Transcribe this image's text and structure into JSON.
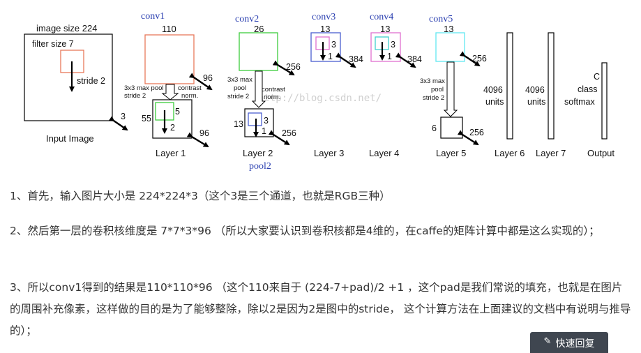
{
  "diagram": {
    "input": {
      "title": "image size 224",
      "filter": "filter size 7",
      "stride": "stride 2",
      "depth": "3",
      "caption": "Input Image"
    },
    "conv1": {
      "name": "conv1",
      "size": "110",
      "depth": "96",
      "pool_note": "3x3 max pool\nstride 2",
      "norm_note": "contrast\nnorm.",
      "pooled_size": "55",
      "filter": "5",
      "stride": "2",
      "pooled_depth": "96",
      "caption": "Layer 1"
    },
    "conv2": {
      "name": "conv2",
      "size": "26",
      "depth": "256",
      "pool_note": "3x3 max\npool\nstride 2",
      "norm_note": "contrast\nnorm.",
      "pooled_size": "13",
      "filter": "3",
      "stride": "1",
      "pooled_depth": "256",
      "caption": "Layer 2",
      "pool_name": "pool2"
    },
    "conv3": {
      "name": "conv3",
      "size": "13",
      "filter": "3",
      "stride": "1",
      "depth": "384",
      "caption": "Layer 3"
    },
    "conv4": {
      "name": "conv4",
      "size": "13",
      "filter": "3",
      "stride": "1",
      "depth": "384",
      "caption": "Layer 4"
    },
    "conv5": {
      "name": "conv5",
      "size": "13",
      "depth": "256",
      "pool_note": "3x3 max\npool\nstride 2",
      "pooled_size": "6",
      "pooled_depth": "256",
      "caption": "Layer 5"
    },
    "fc6": {
      "units": "4096\nunits",
      "caption": "Layer 6"
    },
    "fc7": {
      "units": "4096\nunits",
      "caption": "Layer 7"
    },
    "output": {
      "units": "C\nclass\nsoftmax",
      "caption": "Output"
    },
    "watermark": "http://blog.csdn.net/",
    "colors": {
      "conv1": "#e8785a",
      "conv2": "#3ccc3c",
      "conv3": "#4a5fd0",
      "conv4": "#e070d0",
      "conv5": "#60e8f0",
      "inner_conv3": "#e070d0",
      "inner_conv4": "#40d0d0",
      "pool1_inner": "#3ccc3c",
      "pool2_inner": "#4a5fd0",
      "label_blue": "#2a3fb0"
    }
  },
  "paragraphs": {
    "p1": "1、首先，输入图片大小是 224*224*3（这个3是三个通道，也就是RGB三种）",
    "p2": "2、然后第一层的卷积核维度是 7*7*3*96 （所以大家要认识到卷积核都是4维的，在caffe的矩阵计算中都是这么实现的）；",
    "p3": "3、所以conv1得到的结果是110*110*96 （这个110来自于 (224-7+pad)/2 +1 ，这个pad是我们常说的填充，也就是在图片的周围补充像素，这样做的目的是为了能够整除，除以2是因为2是图中的stride， 这个计算方法在上面建议的文档中有说明与推导的）；"
  },
  "quick_reply": {
    "icon": "pencil-icon",
    "label": "快速回复"
  }
}
